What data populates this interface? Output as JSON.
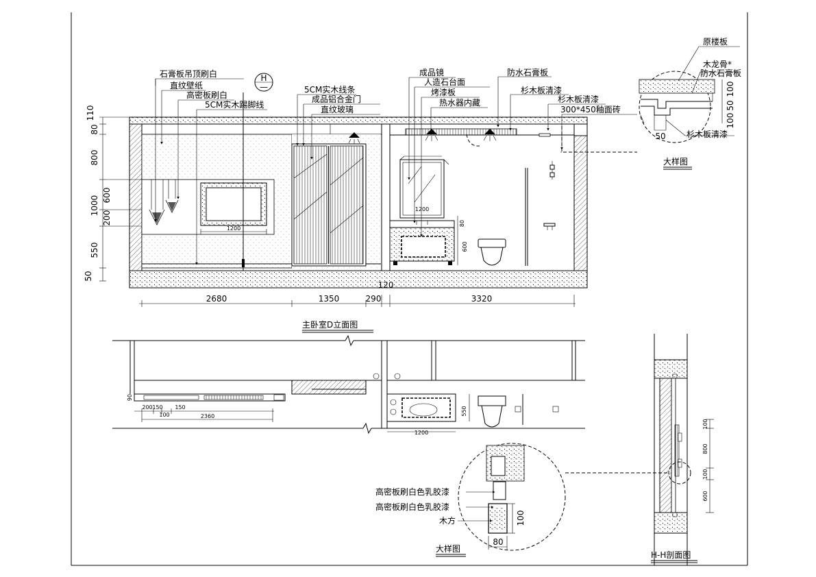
{
  "section_marker": {
    "letter": "H",
    "sub": "—"
  },
  "elevation": {
    "title": "主卧室D立面图",
    "callouts_left": [
      "石膏板吊顶刷白",
      "直纹壁纸",
      "高密板刷白",
      "5CM实木踢脚线"
    ],
    "callouts_mid": [
      "5CM实木线条",
      "成品铝合金门",
      "直纹玻璃"
    ],
    "callouts_right": [
      "成品镜",
      "人造石台面",
      "烤漆板",
      "热水器内藏",
      "防水石膏板",
      "杉木板清漆",
      "杉木板清漆",
      "300*450釉面砖"
    ],
    "vertical_dims": [
      "110",
      "80",
      "800",
      "1000",
      "600",
      "200",
      "550",
      "50"
    ],
    "horizontal_dims": [
      "2680",
      "1350",
      "290",
      "3320"
    ],
    "wall_dim": "120",
    "tv_width": "1200",
    "vanity_width": "1200",
    "vanity_dims": [
      "80",
      "600"
    ]
  },
  "detail_top": {
    "title": "大样图",
    "labels": [
      "原楼板",
      "木龙骨*",
      "防水石膏板",
      "杉木板清漆"
    ],
    "dims_vertical": [
      "100",
      "50",
      "100"
    ],
    "dim_horizontal": "50"
  },
  "plan": {
    "dims_small": [
      "90",
      "200",
      "150",
      "100",
      "150",
      "2360"
    ],
    "vanity_width": "1200",
    "vanity_depth": "550"
  },
  "detail_bottom": {
    "title": "大样图",
    "labels": [
      "高密板刷白色乳胶漆",
      "高密板刷白色乳胶漆",
      "木方"
    ],
    "dim_vertical": "100",
    "dim_horizontal": "80"
  },
  "section_hh": {
    "title": "H-H剖面图",
    "dims": [
      "100",
      "800",
      "100",
      "600"
    ]
  }
}
